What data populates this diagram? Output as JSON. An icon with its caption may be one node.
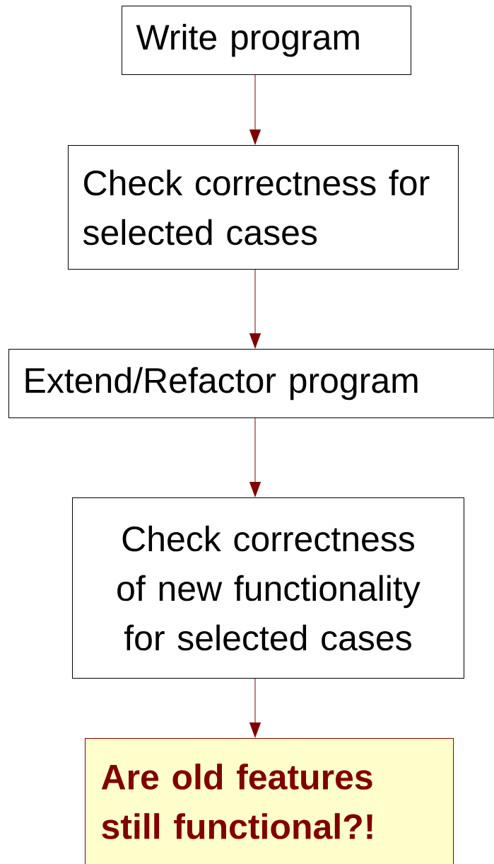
{
  "diagram": {
    "nodes": [
      {
        "text": [
          "Write program"
        ]
      },
      {
        "text": [
          "Check correctness for selected cases"
        ]
      },
      {
        "text": [
          "Extend/Refactor program"
        ]
      },
      {
        "text": [
          "Check correctness of new functionality for selected cases"
        ]
      },
      {
        "text": [
          "Are old features still functional?!"
        ]
      }
    ],
    "edges": [
      {
        "from": 0,
        "to": 1,
        "arrow": "to"
      },
      {
        "from": 1,
        "to": 2,
        "arrow": "to"
      },
      {
        "from": 2,
        "to": 3,
        "arrow": "to"
      },
      {
        "from": 3,
        "to": 4,
        "arrow": "to"
      }
    ]
  }
}
